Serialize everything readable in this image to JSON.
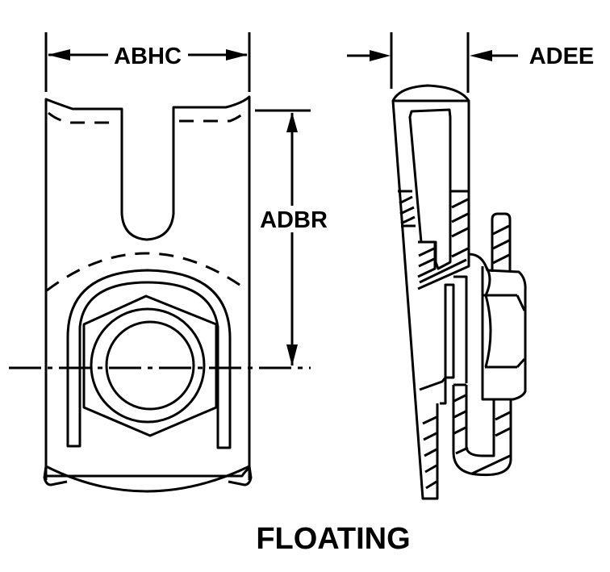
{
  "diagram": {
    "caption": "FLOATING",
    "dimensions": {
      "width_label": "ABHC",
      "height_label": "ADBR",
      "thickness_label": "ADEE"
    },
    "views": [
      "front-view",
      "side-section-view"
    ],
    "colors": {
      "line": "#000000",
      "background": "#ffffff"
    }
  }
}
